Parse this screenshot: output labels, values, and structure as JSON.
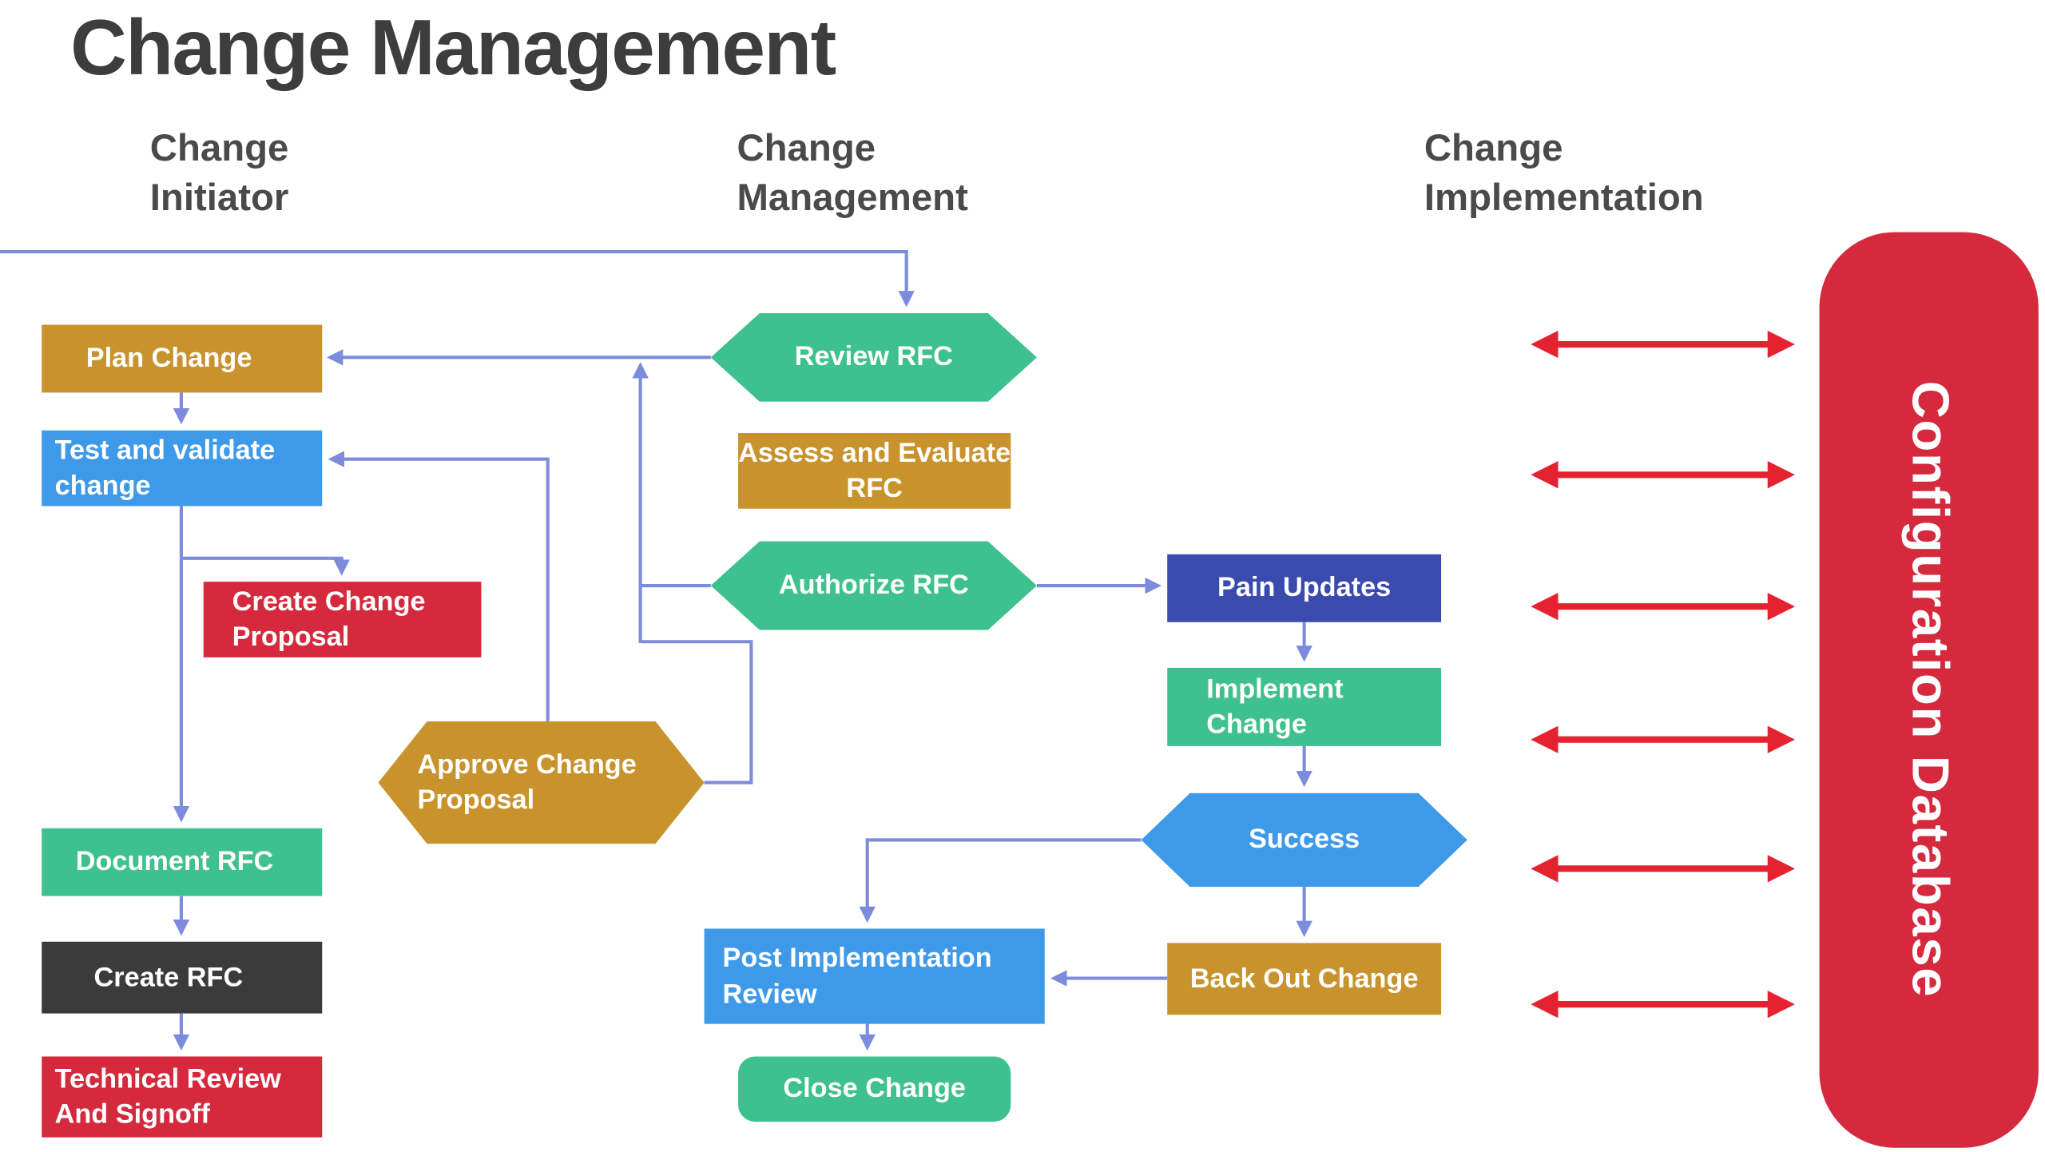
{
  "title": "Change Management",
  "columns": [
    {
      "id": "change-initiator",
      "label": "Change Initiator"
    },
    {
      "id": "change-management",
      "label": "Change Management"
    },
    {
      "id": "change-implementation",
      "label": "Change Implementation"
    }
  ],
  "nodes": {
    "plan_change": {
      "label": "Plan Change"
    },
    "test_validate": {
      "label": "Test and validate change"
    },
    "create_change_proposal": {
      "label": "Create Change Proposal"
    },
    "document_rfc": {
      "label": "Document RFC"
    },
    "create_rfc": {
      "label": "Create RFC"
    },
    "technical_review_signoff": {
      "label": "Technical Review And Signoff"
    },
    "review_rfc": {
      "label": "Review RFC"
    },
    "assess_evaluate_rfc": {
      "label": "Assess and Evaluate RFC"
    },
    "authorize_rfc": {
      "label": "Authorize RFC"
    },
    "approve_change_proposal": {
      "label": "Approve Change Proposal"
    },
    "post_implementation_review": {
      "label": "Post Implementation Review"
    },
    "close_change": {
      "label": "Close Change"
    },
    "pain_updates": {
      "label": "Pain Updates"
    },
    "implement_change": {
      "label": "Implement Change"
    },
    "success": {
      "label": "Success"
    },
    "back_out_change": {
      "label": "Back Out Change"
    },
    "configuration_database": {
      "label": "Configuration Database"
    }
  },
  "colors": {
    "gold": "#C8932C",
    "green": "#3FC091",
    "blue": "#3E9AE8",
    "red": "#D5293D",
    "indigo": "#3A4BAD",
    "dark": "#3B3B3B",
    "config-red": "#D5293D",
    "connector": "#7D8BDC",
    "sync-arrow": "#E52330",
    "title-text": "#3D3D3D",
    "header-text": "#4A4A4A"
  }
}
